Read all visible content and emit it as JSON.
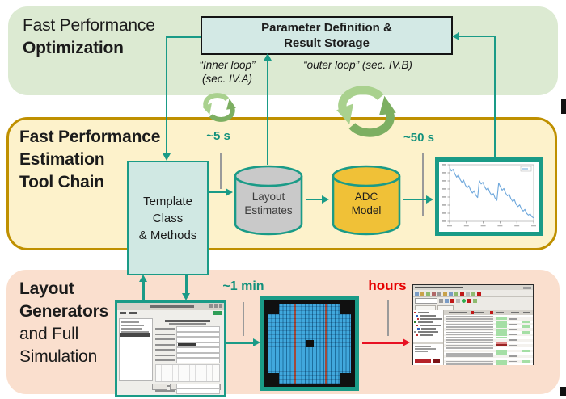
{
  "colors": {
    "teal": "#1a9b87",
    "red": "#e81123",
    "band_green": "#dcead2",
    "band_yellow": "#fdf2cb",
    "band_yellow_border": "#bf9000",
    "band_pink": "#fadfce",
    "param_fill": "#d3e9e5",
    "template_fill": "#d0e8e3",
    "layout_db_fill": "#c9c9c9",
    "adc_db_fill": "#f0c137",
    "loop_light": "#a9d18e",
    "loop_dark": "#7daf62",
    "chart_line": "#6fa8dc"
  },
  "optimization_band": {
    "title1": "Fast Performance",
    "title2": "Optimization"
  },
  "estimation_band": {
    "title1": "Fast Performance",
    "title2": "Estimation",
    "title3": "Tool Chain"
  },
  "generator_band": {
    "title1": "Layout",
    "title2": "Generators",
    "title3": "and Full",
    "title4": "Simulation"
  },
  "param_box": {
    "line1": "Parameter Definition &",
    "line2": "Result Storage"
  },
  "template_box": {
    "line1": "Template",
    "line2": "Class",
    "line3": "& Methods"
  },
  "layout_db": {
    "line1": "Layout",
    "line2": "Estimates"
  },
  "adc_db": {
    "line1": "ADC",
    "line2": "Model"
  },
  "loop_labels": {
    "inner1": "“Inner loop”",
    "inner2": "(sec. IV.A)",
    "outer": "“outer loop” (sec. IV.B)"
  },
  "timing": {
    "estimate": "~5 s",
    "model": "~50 s",
    "layout": "~1 min",
    "simulation": "hours"
  },
  "chart_data": {
    "type": "line",
    "title": "",
    "xlabel": "",
    "ylabel": "",
    "description": "Optimizer cost vs. iteration: decreasing sawtooth curve with restart jumps (axis tick labels too small to read in source)",
    "x_ticks": 6,
    "y_ticks": 8,
    "legend": true,
    "grid": false,
    "series": [
      {
        "name": "cost",
        "values": [
          95,
          89,
          92,
          84,
          78,
          82,
          74,
          69,
          73,
          64,
          59,
          63,
          55,
          50,
          54,
          46,
          42,
          72,
          66,
          69,
          61,
          56,
          59,
          51,
          46,
          49,
          41,
          37,
          68,
          61,
          55,
          58,
          50,
          45,
          48,
          40,
          35,
          38,
          30,
          26,
          29,
          22,
          18,
          21,
          14,
          11,
          13,
          8,
          6
        ]
      }
    ]
  },
  "decor": {
    "gui_window": {
      "list_items": 4,
      "form_rows": 7,
      "footer_buttons": 4
    },
    "layout_grid": {
      "columns": 22,
      "red_columns": [
        7,
        15
      ],
      "corner_marks": 4
    },
    "eda_window": {
      "table_rows": 19,
      "green_rows": [
        1,
        2,
        3,
        4,
        5,
        6,
        7,
        8,
        13,
        14,
        17,
        18
      ],
      "red_rows": [
        10,
        11
      ],
      "right_green_rows": [
        2,
        4,
        6,
        13,
        17
      ],
      "toolbar_colors": [
        "#7a9cc6",
        "#c8a24a",
        "#8fba6e",
        "#b06868",
        "#9a9a9a",
        "#c8a24a",
        "#7a9cc6",
        "#8fba6e",
        "#c01818",
        "#b9b9b9",
        "#8fba6e",
        "#c01818"
      ],
      "tree_colors": [
        "#c03030",
        "#3060c0",
        "#c03030",
        "#308030",
        "#c03030",
        "#3060c0",
        "#909090",
        "#c03030"
      ]
    }
  }
}
